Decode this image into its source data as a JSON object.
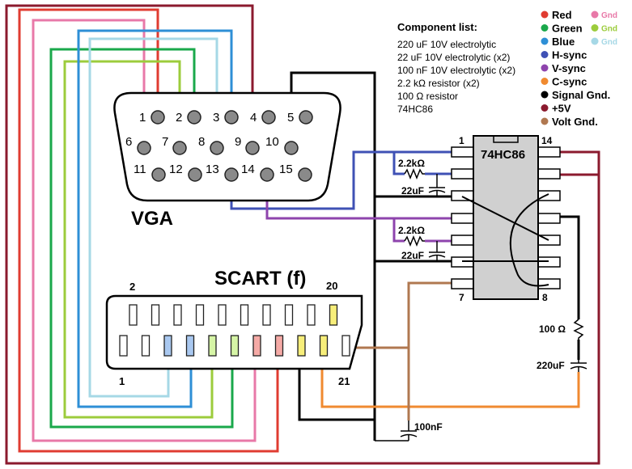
{
  "component_list": {
    "title": "Component list:",
    "items": [
      "220 uF 10V electrolytic",
      "22 uF 10V electrolytic (x2)",
      "100 nF 10V electrolytic (x2)",
      "2.2 kΩ resistor (x2)",
      "100 Ω resistor",
      "74HC86"
    ]
  },
  "legend": {
    "items": [
      {
        "label": "Red",
        "color": "#e03c31"
      },
      {
        "label": "Green",
        "color": "#1aa84b"
      },
      {
        "label": "Blue",
        "color": "#2e8fd6"
      },
      {
        "label": "H-sync",
        "color": "#3f51b5"
      },
      {
        "label": "V-sync",
        "color": "#8e44ad"
      },
      {
        "label": "C-sync",
        "color": "#f08a30"
      },
      {
        "label": "Signal Gnd.",
        "color": "#000000"
      },
      {
        "label": "+5V",
        "color": "#8b1a2e"
      },
      {
        "label": "Volt Gnd.",
        "color": "#b07850"
      }
    ],
    "gnd_items": [
      {
        "label": "Gnd",
        "color": "#e879a8"
      },
      {
        "label": "Gnd",
        "color": "#9ccc3c"
      },
      {
        "label": "Gnd",
        "color": "#a6d8e6"
      }
    ]
  },
  "vga": {
    "label": "VGA",
    "pins": [
      "1",
      "2",
      "3",
      "4",
      "5",
      "6",
      "7",
      "8",
      "9",
      "10",
      "11",
      "12",
      "13",
      "14",
      "15"
    ]
  },
  "scart": {
    "label": "SCART (f)",
    "pin_labels": [
      "2",
      "20",
      "1",
      "21"
    ]
  },
  "chip": {
    "label": "74HC86",
    "pin_labels": [
      "1",
      "14",
      "7",
      "8"
    ]
  },
  "components": {
    "r1": "2.2kΩ",
    "c1": "22uF",
    "r2": "2.2kΩ",
    "c2": "22uF",
    "r3": "100 Ω",
    "c3": "220uF",
    "c4": "100nF"
  }
}
